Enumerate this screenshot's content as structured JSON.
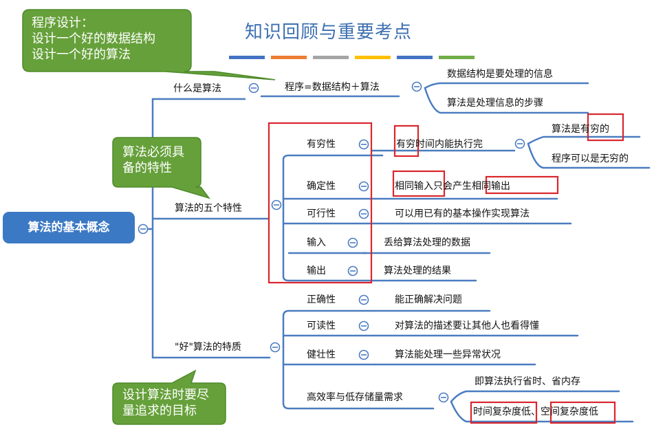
{
  "title": "知识回顾与重要考点",
  "title_bar_colors": [
    "#4472c4",
    "#ed7d31",
    "#a5a5a5",
    "#ffc000",
    "#4472c4",
    "#70ad47"
  ],
  "colors": {
    "line": "#4a7cc0",
    "root": "#3c79c4",
    "callout": "#66a03a",
    "highlight": "#d9262c",
    "collapse_icon": "#4a7cc0"
  },
  "root": "算法的基本概念",
  "callouts": {
    "program_design": "程序设计：\n设计一个好的数据结构\n设计一个好的算法",
    "required_traits": "算法必须具\n备的特性",
    "goal": "设计算法时要尽\n量追求的目标"
  },
  "nodes": {
    "what_is": "什么是算法",
    "formula": "程序=数据结构＋算法",
    "ds_info": "数据结构是要处理的信息",
    "algo_steps": "算法是处理信息的步骤",
    "five_traits": "算法的五个特性",
    "finite": "有穷性",
    "finite_desc": "有穷时间内能执行完",
    "algo_finite": "算法是有穷的",
    "prog_infinite": "程序可以是无穷的",
    "definite": "确定性",
    "definite_desc": "相同输入只会产生相同输出",
    "feasible": "可行性",
    "feasible_desc": "可以用已有的基本操作实现算法",
    "input": "输入",
    "input_desc": "丢给算法处理的数据",
    "output": "输出",
    "output_desc": "算法处理的结果",
    "good_traits": "\"好\"算法的特质",
    "correct": "正确性",
    "correct_desc": "能正确解决问题",
    "readable": "可读性",
    "readable_desc": "对算法的描述要让其他人也看得懂",
    "robust": "健壮性",
    "robust_desc": "算法能处理一些异常状况",
    "efficiency": "高效率与低存储量需求",
    "efficiency_desc": "即算法执行省时、省内存",
    "complexity": "时间复杂度低、空间复杂度低"
  }
}
